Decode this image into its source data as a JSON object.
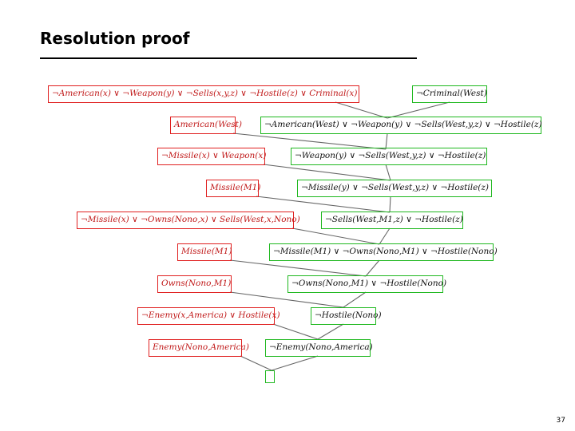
{
  "title": "Resolution proof",
  "page_number": "37",
  "colors": {
    "premise_border": "#e02020",
    "resolvent_border": "#1fb81f",
    "edge": "#666666"
  },
  "premises": [
    "¬American(x) ∨ ¬Weapon(y) ∨ ¬Sells(x,y,z) ∨ ¬Hostile(z) ∨ Criminal(x)",
    "American(West)",
    "¬Missile(x) ∨ Weapon(x)",
    "Missile(M1)",
    "¬Missile(x) ∨ ¬Owns(Nono,x) ∨ Sells(West,x,Nono)",
    "Missile(M1)",
    "Owns(Nono,M1)",
    "¬Enemy(x,America) ∨ Hostile(x)",
    "Enemy(Nono,America)"
  ],
  "resolvents": [
    "¬Criminal(West)",
    "¬American(West) ∨ ¬Weapon(y) ∨ ¬Sells(West,y,z) ∨ ¬Hostile(z)",
    "¬Weapon(y) ∨ ¬Sells(West,y,z) ∨ ¬Hostile(z)",
    "¬Missile(y) ∨ ¬Sells(West,y,z) ∨ ¬Hostile(z)",
    "¬Sells(West,M1,z) ∨ ¬Hostile(z)",
    "¬Missile(M1) ∨ ¬Owns(Nono,M1) ∨ ¬Hostile(Nono)",
    "¬Owns(Nono,M1) ∨ ¬Hostile(Nono)",
    "¬Hostile(Nono)",
    "¬Enemy(Nono,America)",
    ""
  ]
}
